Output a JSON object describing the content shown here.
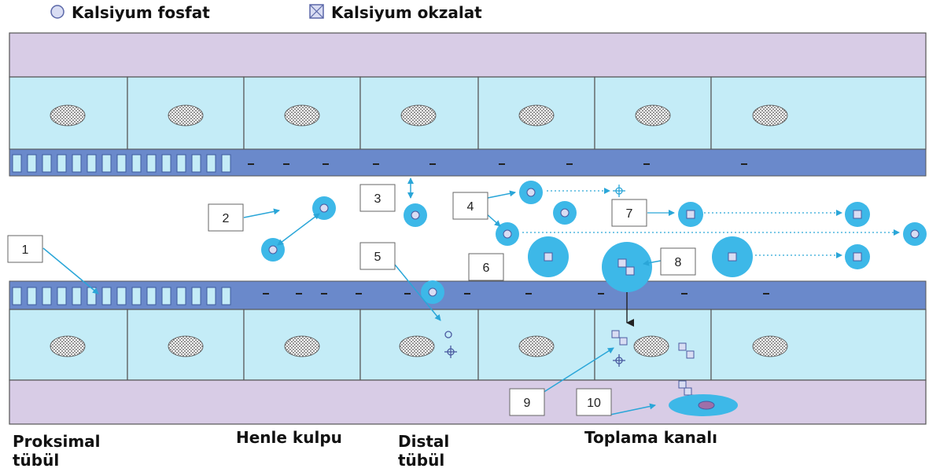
{
  "legend": {
    "calcium_phosphate": "Kalsiyum fosfat",
    "calcium_oxalate": "Kalsiyum okzalat"
  },
  "segments": {
    "proximal": [
      "Proksimal",
      "tübül"
    ],
    "henle": "Henle kulpu",
    "distal": [
      "Distal",
      "tübül"
    ],
    "collecting": "Toplama kanalı"
  },
  "markers": [
    "1",
    "2",
    "3",
    "4",
    "5",
    "6",
    "7",
    "8",
    "9",
    "10"
  ],
  "colors": {
    "interstitium": "#d8cce6",
    "cell": "#c4ecf7",
    "membrane": "#6a89cb",
    "particle": "#3db8e8",
    "arrow": "#2aa6d8"
  }
}
